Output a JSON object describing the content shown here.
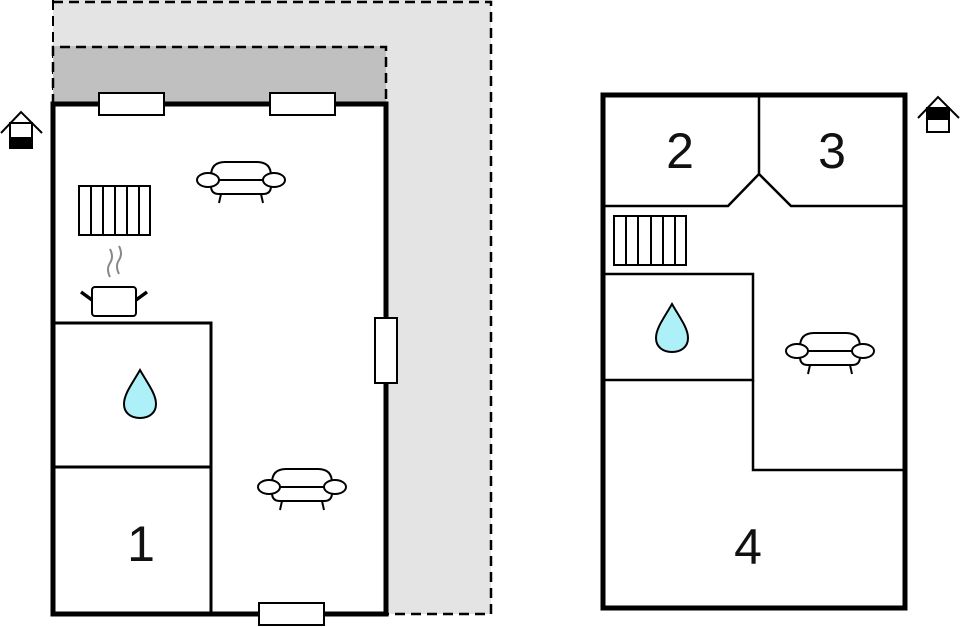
{
  "floorplan": {
    "ground_floor": {
      "level_icon": "house-ground-floor-icon",
      "rooms": [
        {
          "id": "1",
          "label": "1",
          "type": "bedroom"
        },
        {
          "id": "bath",
          "label": "",
          "type": "bathroom",
          "icon": "water-drop-icon"
        },
        {
          "id": "living",
          "label": "",
          "type": "living-kitchen",
          "icons": [
            "sofa-icon",
            "sofa-icon",
            "stairs-icon",
            "cooking-pot-icon"
          ]
        }
      ],
      "terrace_colors": {
        "covered": "#c0c0c0",
        "open": "#e4e4e4"
      }
    },
    "upper_floor": {
      "level_icon": "house-upper-floor-icon",
      "rooms": [
        {
          "id": "2",
          "label": "2",
          "type": "bedroom"
        },
        {
          "id": "3",
          "label": "3",
          "type": "bedroom"
        },
        {
          "id": "4",
          "label": "4",
          "type": "bedroom"
        },
        {
          "id": "bath",
          "label": "",
          "type": "bathroom",
          "icon": "water-drop-icon"
        },
        {
          "id": "lounge",
          "label": "",
          "type": "lounge",
          "icons": [
            "sofa-icon",
            "stairs-icon"
          ]
        }
      ]
    },
    "colors": {
      "wall": "#000000",
      "water": "#aef0f8",
      "steam": "#888888"
    }
  }
}
